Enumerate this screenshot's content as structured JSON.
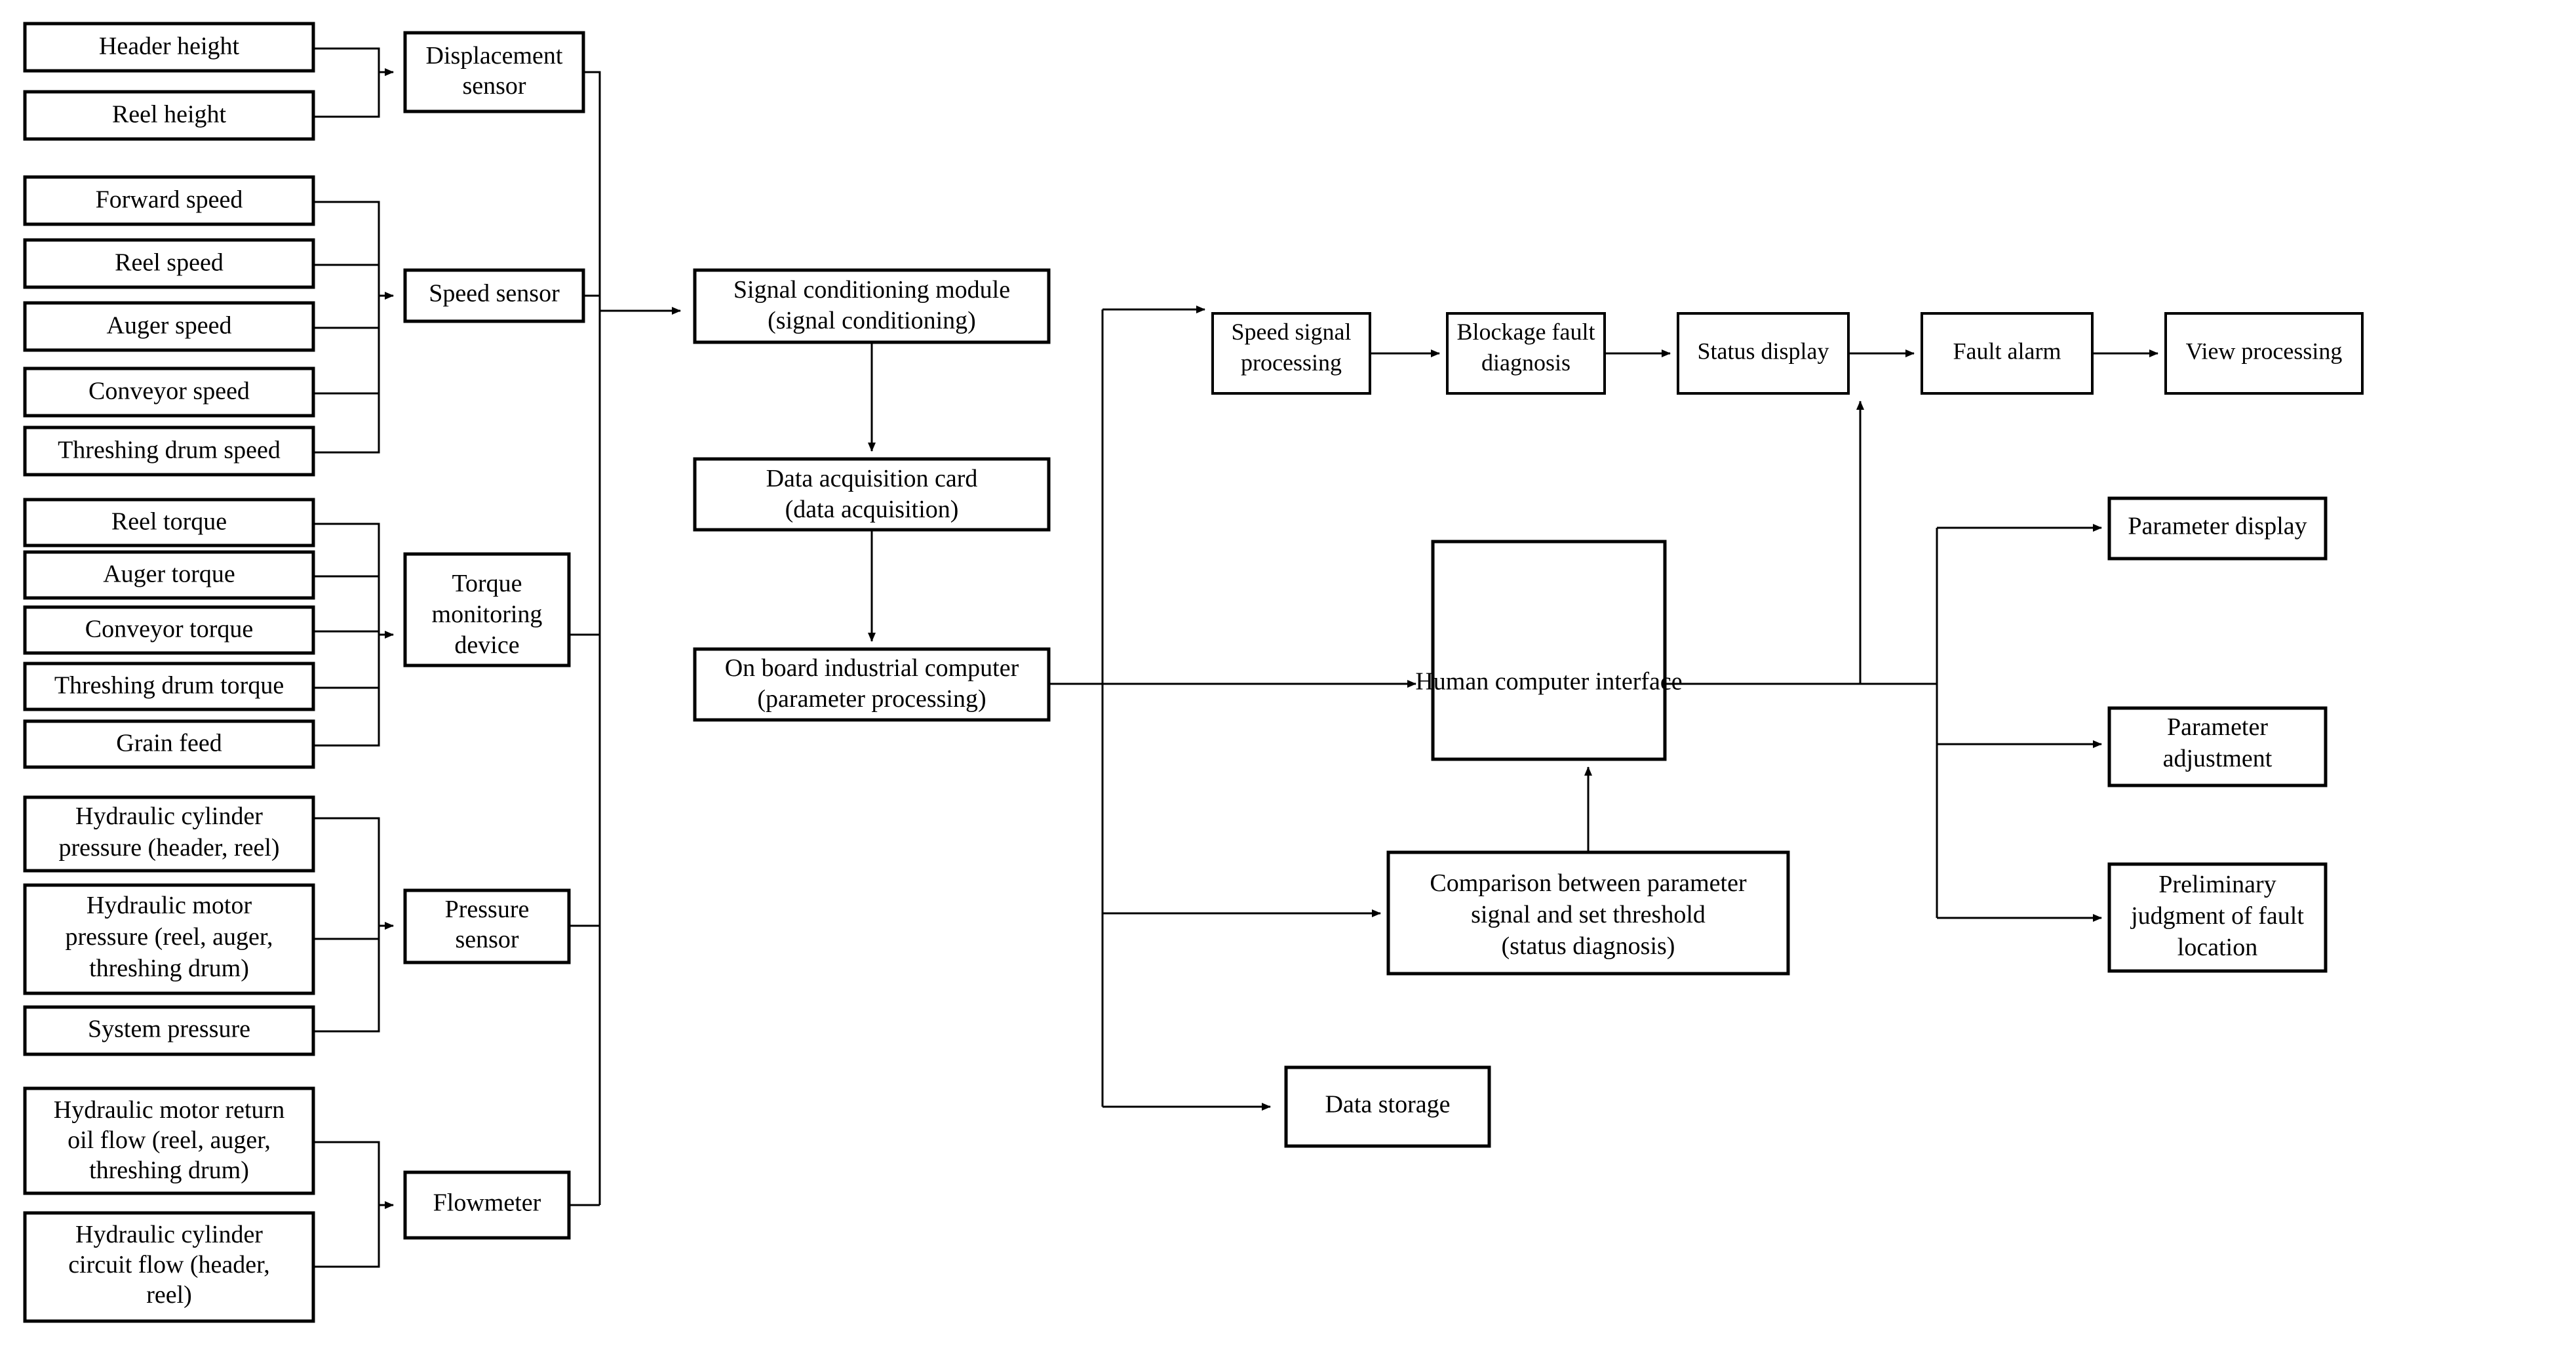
{
  "diagram": {
    "title": "Combine harvester parameter monitoring and fault diagnosis system block diagram",
    "type": "block-flow-diagram"
  },
  "groups": {
    "displacement": {
      "label": "displacement-inputs",
      "inputs": [
        {
          "label": "Header height"
        },
        {
          "label": "Reel height"
        }
      ],
      "sensor": "Displacement\nsensor"
    },
    "speed": {
      "label": "speed-inputs",
      "inputs": [
        {
          "label": "Forward speed"
        },
        {
          "label": "Reel speed"
        },
        {
          "label": "Auger speed"
        },
        {
          "label": "Conveyor speed"
        },
        {
          "label": "Threshing drum speed"
        }
      ],
      "sensor": "Speed sensor"
    },
    "torque": {
      "label": "torque-inputs",
      "inputs": [
        {
          "label": "Reel torque"
        },
        {
          "label": "Auger torque"
        },
        {
          "label": "Conveyor torque"
        },
        {
          "label": "Threshing drum torque"
        },
        {
          "label": "Grain feed"
        }
      ],
      "sensor": "Torque\nmonitoring\ndevice"
    },
    "pressure": {
      "label": "pressure-inputs",
      "inputs": [
        {
          "label": "Hydraulic cylinder\npressure (header, reel)"
        },
        {
          "label": "Hydraulic motor\npressure (reel, auger,\nthreshing drum)"
        },
        {
          "label": "System pressure"
        }
      ],
      "sensor": "Pressure\nsensor"
    },
    "flow": {
      "label": "flow-inputs",
      "inputs": [
        {
          "label": "Hydraulic motor return\noil flow (reel, auger,\nthreshing drum)"
        },
        {
          "label": "Hydraulic cylinder\ncircuit flow (header,\nreel)"
        }
      ],
      "sensor": "Flowmeter"
    }
  },
  "acquisition_chain": [
    {
      "label": "Signal conditioning module\n(signal conditioning)"
    },
    {
      "label": "Data acquisition card\n(data acquisition)"
    },
    {
      "label": "On board industrial computer\n(parameter processing)"
    }
  ],
  "diagnosis_chain": [
    {
      "label": "Speed signal\nprocessing"
    },
    {
      "label": "Blockage fault\ndiagnosis"
    },
    {
      "label": "Status display"
    },
    {
      "label": "Fault alarm"
    },
    {
      "label": "View processing"
    }
  ],
  "interface": {
    "hci": "Human computer interface",
    "comparison": "Comparison between parameter\nsignal and set threshold\n(status diagnosis)",
    "storage": "Data storage"
  },
  "outputs": [
    {
      "label": "Parameter display"
    },
    {
      "label": "Parameter\nadjustment"
    },
    {
      "label": "Preliminary\njudgment of fault\nlocation"
    }
  ],
  "colors": {
    "stroke": "#000000",
    "fill": "#ffffff"
  }
}
